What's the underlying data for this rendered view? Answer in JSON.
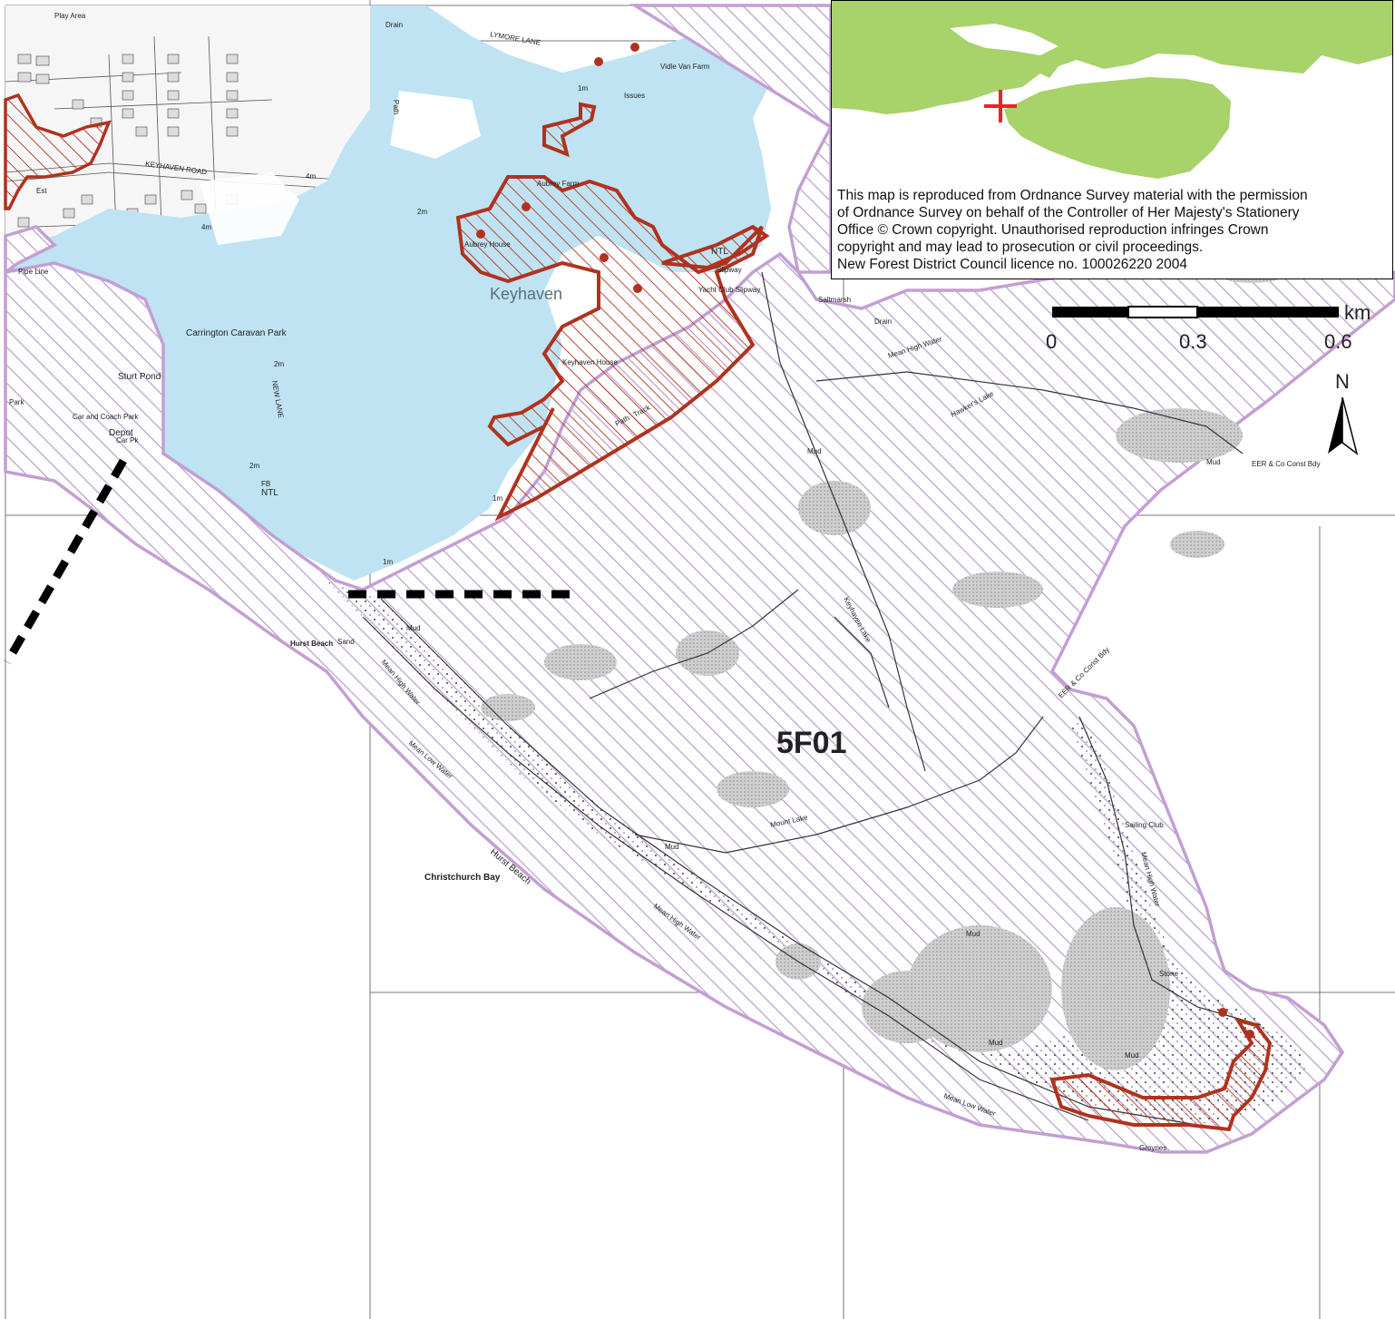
{
  "map": {
    "zone_label": "5F01",
    "places": {
      "keyhaven": "Keyhaven",
      "christchurch_bay": "Christchurch Bay",
      "hurst_beach": "Hurst Beach",
      "hurst_beach_left": "Hurst Beach",
      "carrington": "Carrington Caravan Park",
      "sturt_pond": "Sturt Pond",
      "car_park": "Car and Coach Park",
      "depot": "Depot",
      "play_area": "Play Area",
      "aubrey_farm": "Aubrey Farm",
      "aubrey_house": "Aubrey House",
      "keyhaven_house": "Keyhaven House",
      "vidle_van_farm": "Vidle Van Farm",
      "issues": "Issues",
      "saltmarsh": "Saltmarsh",
      "slipway": "Slipway",
      "yacht_club": "Yacht Club Slipway",
      "sailing_club": "Sailing Club",
      "groynes": "Groynes",
      "stone": "Stone",
      "pipe_line": "Pipe Line",
      "park": "Park",
      "car_pk": "Car Pk",
      "est": "Est",
      "keyhaven_road": "KEYHAVEN ROAD",
      "lymore_lane": "LYMORE LANE",
      "new_lane": "NEW LANE",
      "hawkers_lake": "Hawker's Lake",
      "mount_lake": "Mount Lake",
      "keyhaven_lake": "Keyhaven Lake",
      "eer_bdy_1": "EER & Co Const Bdy",
      "eer_bdy_2": "EER & Co Const Bdy",
      "mean_high_water_1": "Mean High Water",
      "mean_high_water_2": "Mean High Water",
      "mean_high_water_3": "Mean High Water",
      "mean_high_water_4": "Mean High Water",
      "mean_low_water_1": "Mean Low Water",
      "mean_low_water_2": "Mean Low Water",
      "mud_1": "Mud",
      "mud_2": "Mud",
      "mud_3": "Mud",
      "mud_4": "Mud",
      "mud_5": "Mud",
      "mud_6": "Mud",
      "mud_7": "Mud",
      "sand": "Sand",
      "drain_1": "Drain",
      "drain_2": "Drain",
      "path_1": "Path",
      "path_2": "Path",
      "track": "Track",
      "ntl_1": "NTL",
      "ntl_2": "NTL",
      "fb": "FB",
      "h_4m": "4m",
      "h_4m_b": "4m",
      "h_2m": "2m",
      "h_2m_b": "2m",
      "h_2m_c": "2m",
      "h_1m": "1m",
      "h_1m_b": "1m",
      "h_1m_c": "1m"
    },
    "scale_bar": {
      "unit": "km",
      "ticks": [
        "0",
        "0.3",
        "0.6"
      ]
    },
    "north_label": "N",
    "colors": {
      "flood_zone": "#bfe3f2",
      "hatch": "#b89ccc",
      "outline": "#c29fd3",
      "red_zone": "#b0321e",
      "land_inset": "#a8d26a",
      "inset_marker": "#e8242a"
    }
  },
  "inset": {
    "copyright_lines": [
      "This map is reproduced from Ordnance Survey material with the permission",
      "of Ordnance Survey on behalf of the Controller of Her Majesty's Stationery",
      "Office © Crown copyright.  Unauthorised reproduction infringes Crown",
      "copyright and may lead to prosecution or civil proceedings.",
      "New Forest District Council licence no. 100026220 2004"
    ]
  }
}
